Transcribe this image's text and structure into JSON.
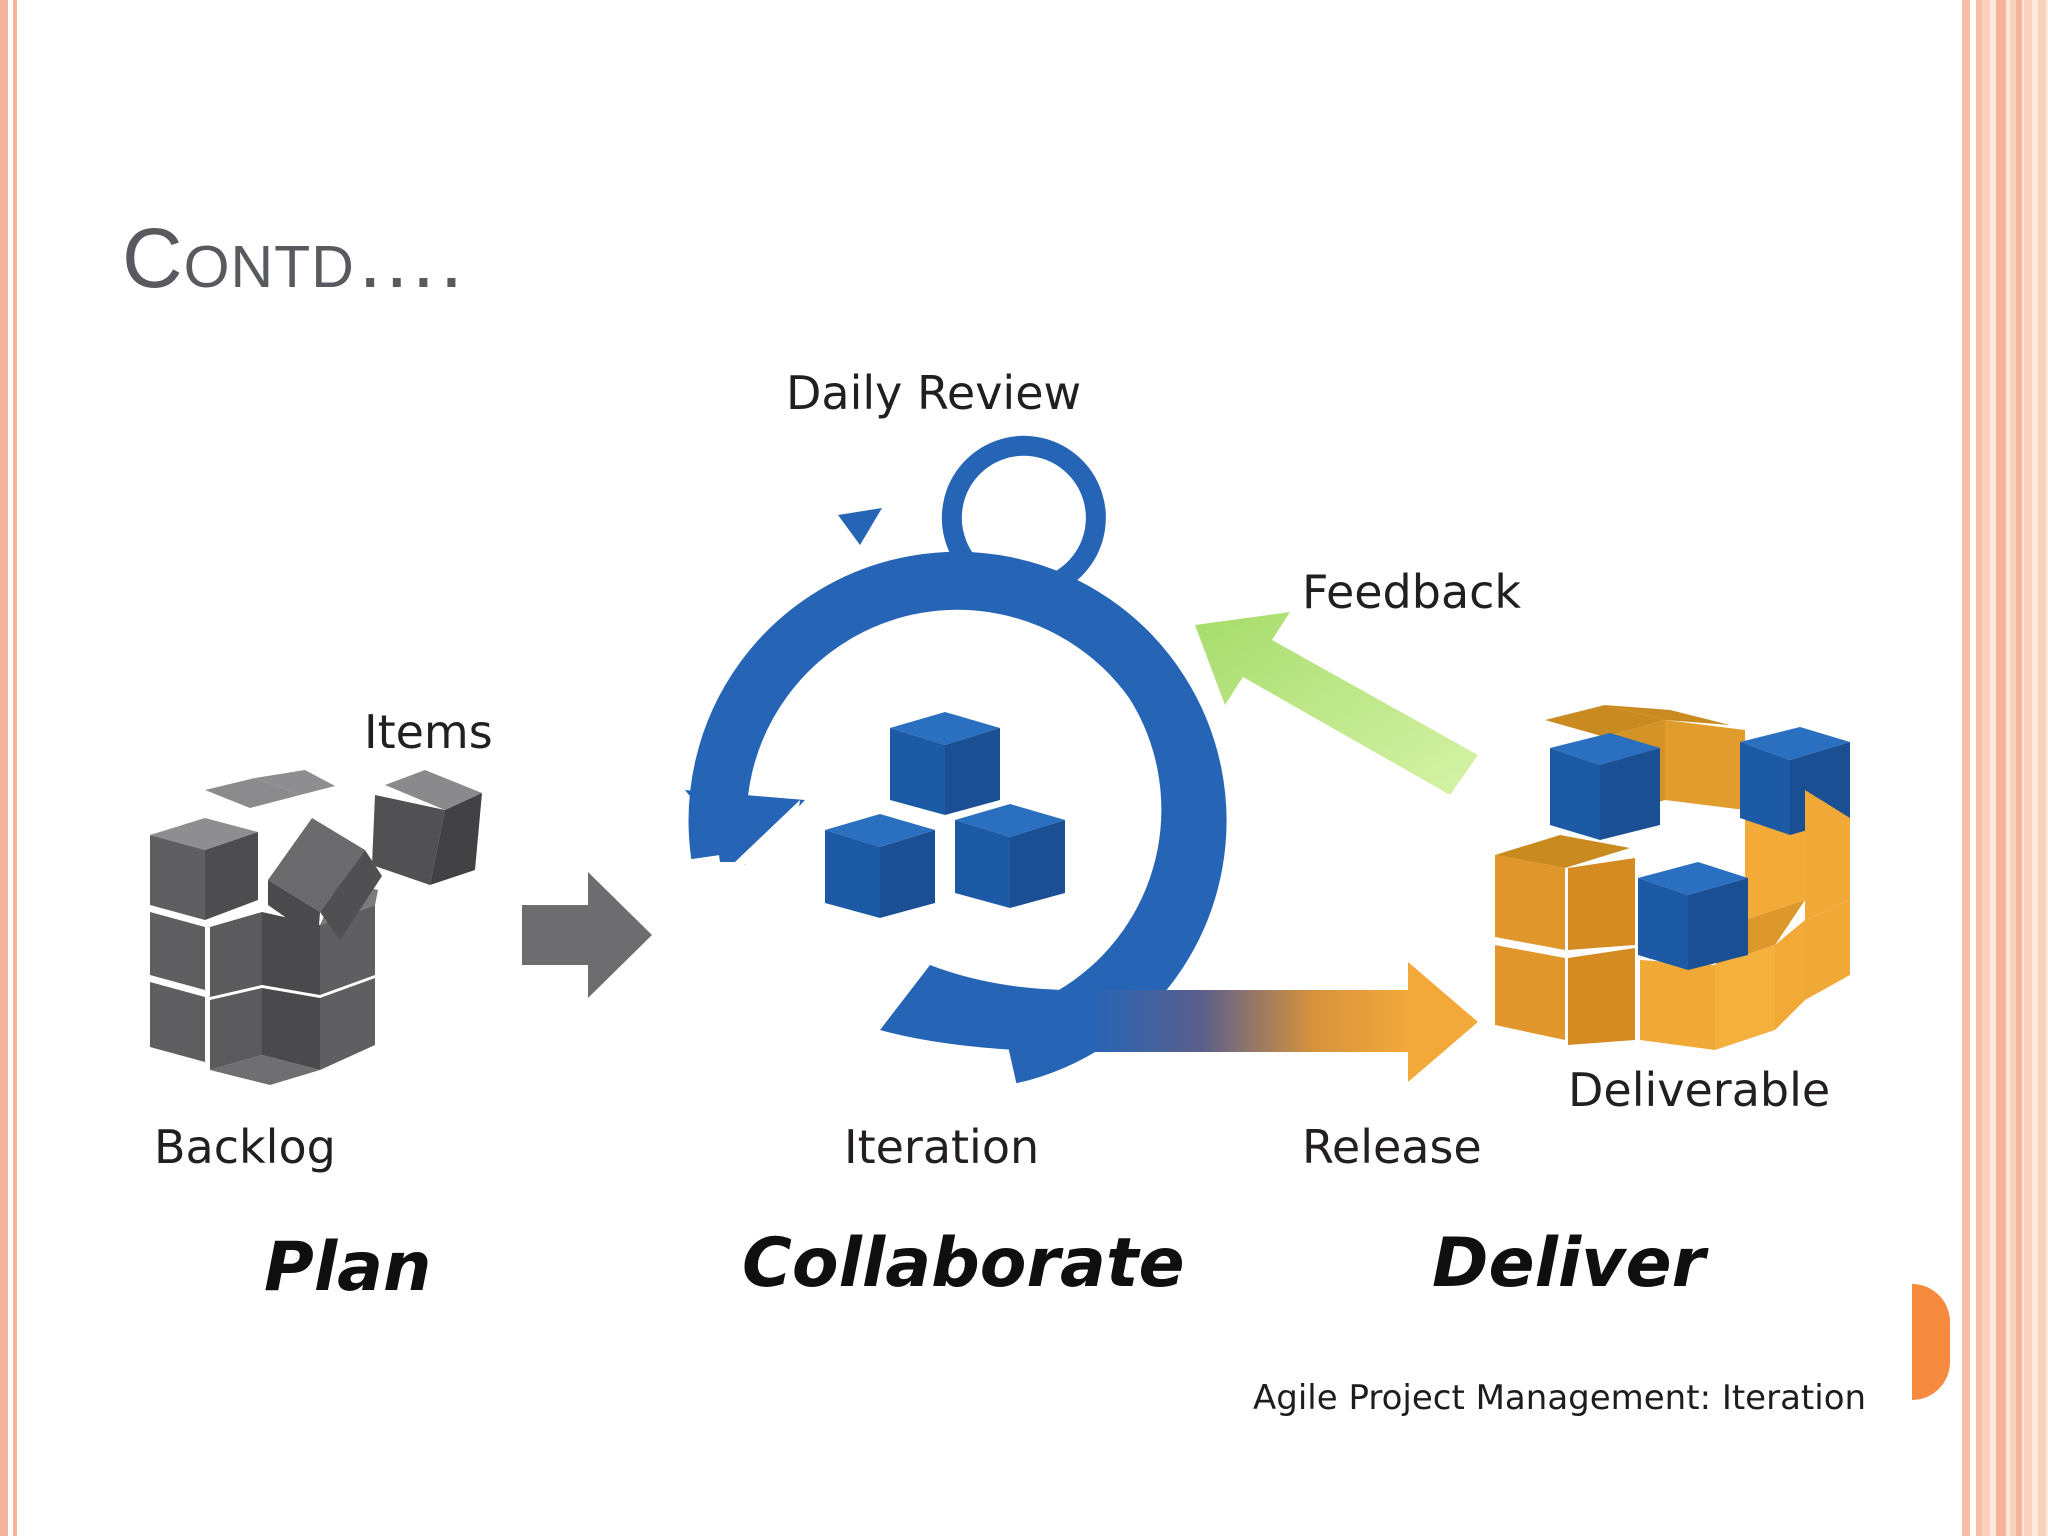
{
  "slide": {
    "title": "Contd…."
  },
  "diagram": {
    "labels": {
      "daily_review": "Daily Review",
      "feedback": "Feedback",
      "items": "Items",
      "backlog": "Backlog",
      "iteration": "Iteration",
      "release": "Release",
      "deliverable": "Deliverable"
    },
    "phases": {
      "plan": "Plan",
      "collaborate": "Collaborate",
      "deliver": "Deliver"
    },
    "caption": "Agile Project Management: Iteration",
    "colors": {
      "title": "#595a5f",
      "blue": "#2665b6",
      "dark_blue": "#1a4f94",
      "gray": "#5f5f61",
      "orange": "#f3a93a",
      "green": "#b7e58a",
      "border": "#f6b39a",
      "accent_tab": "#f68a3f"
    }
  }
}
